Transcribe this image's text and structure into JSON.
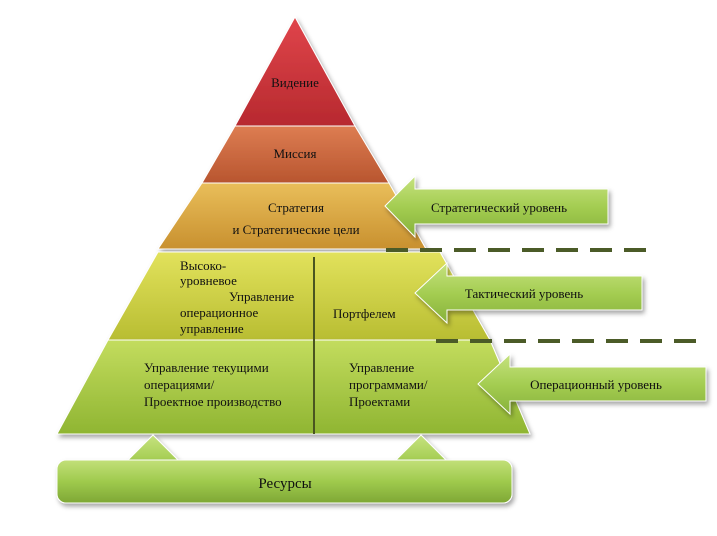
{
  "pyramid": {
    "vision": "Видение",
    "mission": "Миссия",
    "strategy_line1": "Стратегия",
    "strategy_line2": "и Стратегические цели",
    "tactical_left_line1": "Высоко-",
    "tactical_left_line2": "уровневое",
    "tactical_left_line3": "Управление",
    "tactical_left_line4": "операционное",
    "tactical_left_line5": "управление",
    "portfolio": "Портфелем",
    "ops_left_line1": "Управление текущими",
    "ops_left_line2": "операциями/",
    "ops_left_line3": "Проектное производство",
    "ops_right_line1": "Управление",
    "ops_right_line2": "программами/",
    "ops_right_line3": "Проектами"
  },
  "levels": {
    "strategic": "Стратегический уровень",
    "tactical": "Тактический уровень",
    "operational": "Операционный уровень"
  },
  "resources": {
    "label": "Ресурсы"
  },
  "colors": {
    "vision": "#c8333a",
    "mission": "#c9663e",
    "strategy": "#d6a13f",
    "tactical": "#c9cc3f",
    "operational": "#9cc13b",
    "arrow_green": "#9ec94a",
    "dash": "#4b5b28"
  }
}
